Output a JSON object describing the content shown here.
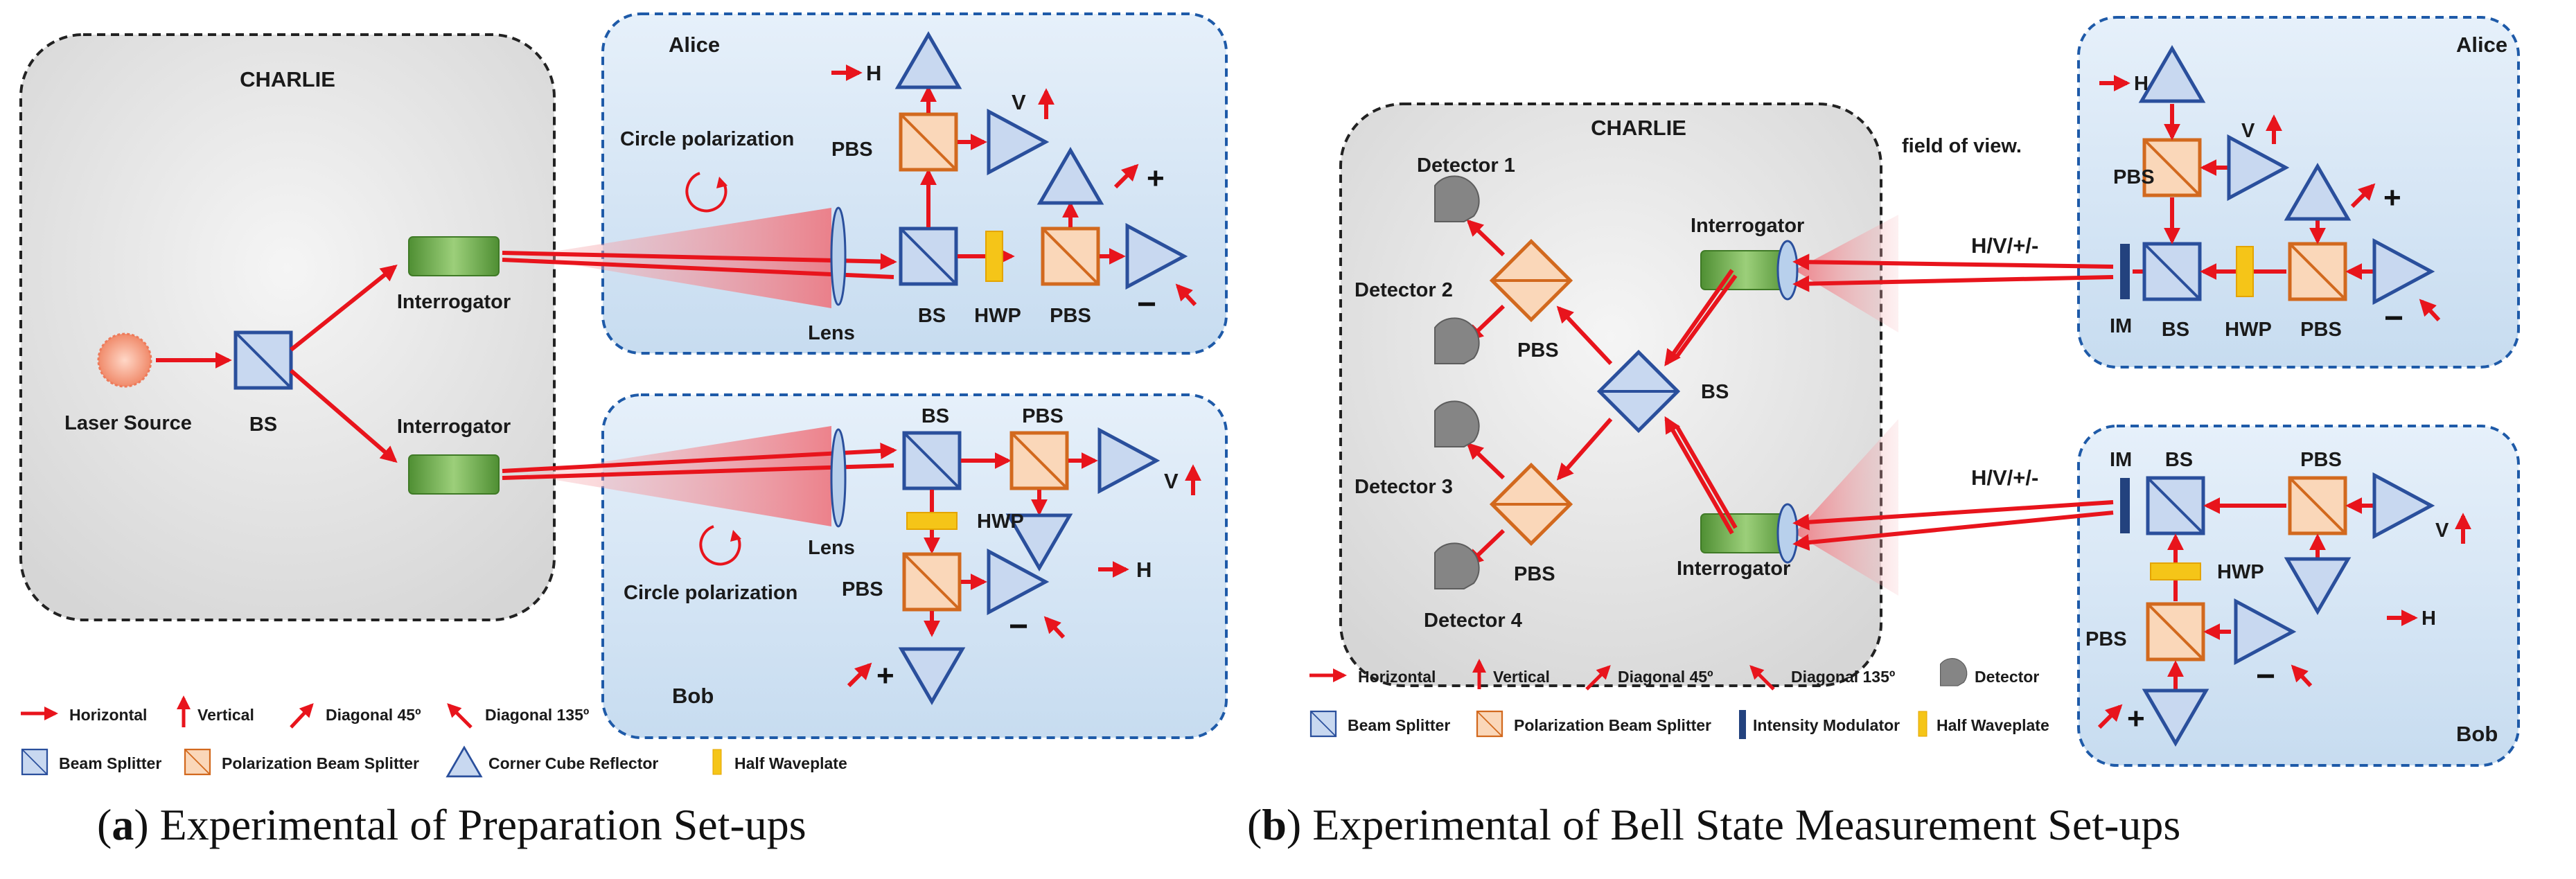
{
  "panel_a": {
    "charlie_title": "CHARLIE",
    "alice_title": "Alice",
    "bob_title": "Bob",
    "laser_source": "Laser Source",
    "bs": "BS",
    "pbs": "PBS",
    "hwp": "HWP",
    "lens": "Lens",
    "interrogator": "Interrogator",
    "circle_polarization": "Circle polarization",
    "h": "H",
    "v": "V",
    "plus": "+",
    "minus": "−"
  },
  "panel_b": {
    "charlie_title": "CHARLIE",
    "alice_title": "Alice",
    "bob_title": "Bob",
    "detector_1": "Detector 1",
    "detector_2": "Detector 2",
    "detector_3": "Detector 3",
    "detector_4": "Detector 4",
    "bs": "BS",
    "pbs": "PBS",
    "hwp": "HWP",
    "im": "IM",
    "interrogator": "Interrogator",
    "field_of_view": "field of view.",
    "hvpm": "H/V/+/-",
    "h": "H",
    "v": "V",
    "plus": "+",
    "minus": "−"
  },
  "legend_a": {
    "horizontal": "Horizontal",
    "vertical": "Vertical",
    "diag45": "Diagonal 45º",
    "diag135": "Diagonal 135º",
    "beam_splitter": "Beam Splitter",
    "pbs": "Polarization Beam Splitter",
    "ccr": "Corner Cube Reflector",
    "half_waveplate": "Half Waveplate"
  },
  "legend_b": {
    "horizontal": "Horizontal",
    "vertical": "Vertical",
    "diag45": "Diagonal 45º",
    "diag135": "Diagonal 135º",
    "detector": "Detector",
    "beam_splitter": "Beam Splitter",
    "pbs": "Polarization Beam Splitter",
    "intensity_modulator": "Intensity Modulator",
    "half_waveplate": "Half Waveplate"
  },
  "captions": {
    "a_letter": "a",
    "a_text": "Experimental of Preparation Set-ups",
    "b_letter": "b",
    "b_text": "Experimental of Bell State Measurement Set-ups"
  },
  "colors": {
    "beam": "#e8141c",
    "bs_stroke": "#2a4f9c",
    "bs_fill": "#c8d8f0",
    "pbs_stroke": "#d2691e",
    "pbs_fill": "#fad7b9",
    "hwp": "#f5c518",
    "interrogator": "#5d9f3e",
    "alice_bob_fill": "#d4e6f6",
    "charlie_fill": "#e6e6e6",
    "im": "#23427e",
    "detector": "#7b7b7b"
  }
}
